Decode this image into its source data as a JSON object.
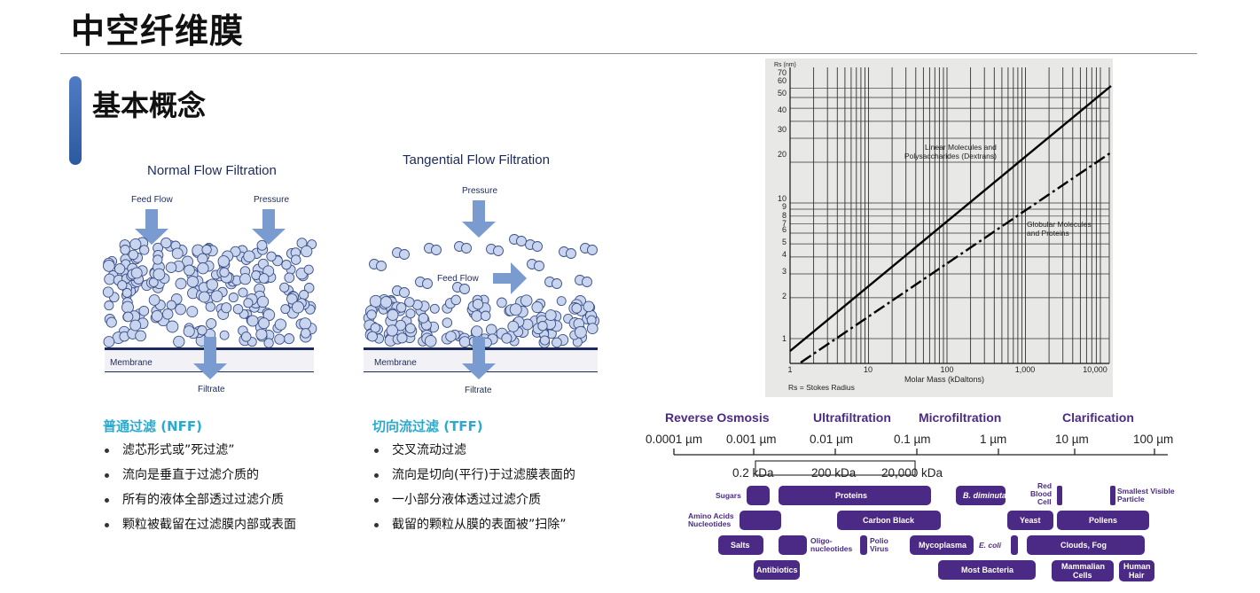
{
  "header": {
    "title": "中空纤维膜",
    "subtitle": "基本概念"
  },
  "nff_diagram": {
    "title": "Normal Flow Filtration",
    "feed_label": "Feed Flow",
    "pressure_label": "Pressure",
    "membrane_label": "Membrane",
    "filtrate_label": "Filtrate"
  },
  "tff_diagram": {
    "title": "Tangential Flow Filtration",
    "pressure_label": "Pressure",
    "feed_label": "Feed Flow",
    "membrane_label": "Membrane",
    "filtrate_label": "Filtrate"
  },
  "nff_section": {
    "heading": "普通过滤 (NFF)",
    "bullets": [
      "滤芯形式或”死过滤”",
      "流向是垂直于过滤介质的",
      "所有的液体全部透过过滤介质",
      "颗粒被截留在过滤膜内部或表面"
    ]
  },
  "tff_section": {
    "heading": "切向流过滤 (TFF)",
    "bullets": [
      "交叉流动过滤",
      "流向是切向(平行)于过滤膜表面的",
      "一小部分液体透过过滤介质",
      "截留的颗粒从膜的表面被”扫除”"
    ]
  },
  "graph": {
    "y_axis_title": "Rs (nm)",
    "y_ticks": [
      "70",
      "60",
      "50",
      "40",
      "30",
      "20",
      "10",
      "9",
      "8",
      "7",
      "6",
      "5",
      "4",
      "3",
      "2",
      "1"
    ],
    "x_ticks": [
      "1",
      "10",
      "100",
      "1,000",
      "10,000"
    ],
    "x_axis_title": "Molar Mass (kDaltons)",
    "footnote": "Rs = Stokes Radius",
    "linear_label_1": "Linear Molecules and",
    "linear_label_2": "Polysaccharides (Dextrans)",
    "globular_label_1": "Globular Molecules",
    "globular_label_2": "and Proteins"
  },
  "spectrum": {
    "categories": [
      "Reverse Osmosis",
      "Ultrafiltration",
      "Microfiltration",
      "Clarification"
    ],
    "size_scale": [
      "0.0001 µm",
      "0.001 µm",
      "0.01 µm",
      "0.1 µm",
      "1 µm",
      "10 µm",
      "100 µm"
    ],
    "kda_scale": [
      "0.2 kDa",
      "200 kDa",
      "20,000 kDa"
    ],
    "items": {
      "sugars": "Sugars",
      "proteins": "Proteins",
      "b_diminuta": "B. diminuta",
      "red_blood_1": "Red",
      "red_blood_2": "Blood",
      "red_blood_3": "Cell",
      "smallest_1": "Smallest Visible",
      "smallest_2": "Particle",
      "amino_1": "Amino Acids",
      "amino_2": "Nucleotides",
      "carbon_black": "Carbon Black",
      "yeast": "Yeast",
      "pollens": "Pollens",
      "salts": "Salts",
      "oligo_1": "Oligo-",
      "oligo_2": "nucleotides",
      "polio_1": "Polio",
      "polio_2": "Virus",
      "mycoplasma": "Mycoplasma",
      "e_coli": "E. coli",
      "clouds_fog": "Clouds, Fog",
      "antibiotics": "Antibiotics",
      "most_bacteria": "Most Bacteria",
      "mammalian_1": "Mammalian",
      "mammalian_2": "Cells",
      "human_1": "Human",
      "human_2": "Hair"
    },
    "colors": {
      "pill": "#4b2a86",
      "heading": "#4b2a86"
    }
  },
  "colors": {
    "accent": "#2c5aa0",
    "section_heading": "#2aaad0",
    "diagram_blue": "#7a9bd0"
  }
}
